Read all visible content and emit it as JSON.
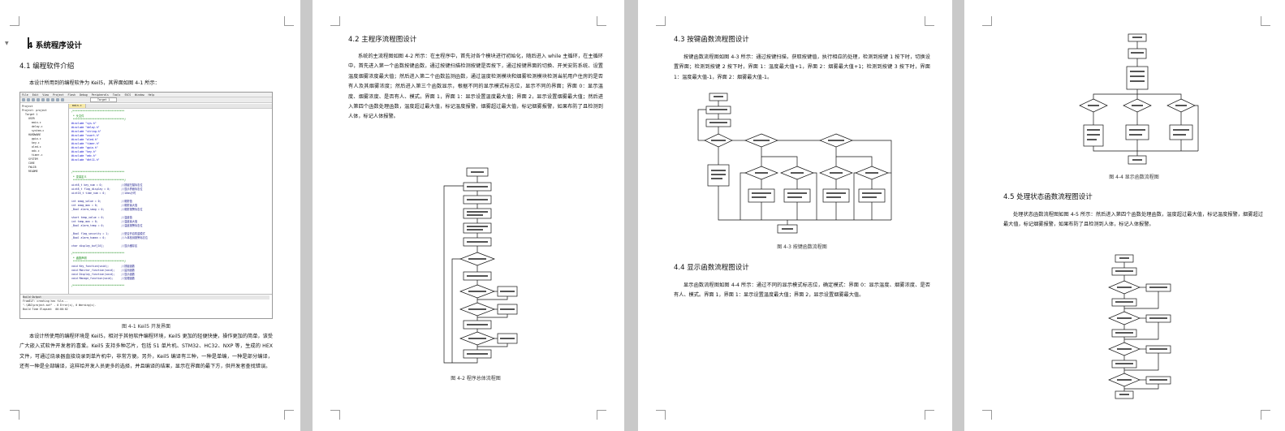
{
  "page1": {
    "heading": "4  系统程序设计",
    "sub1": "4.1  编程软件介绍",
    "intro": "本设计所用到的编程软件为 Keil5，其界面如图 4-1 所示：",
    "ide": {
      "menu": [
        "File",
        "Edit",
        "View",
        "Project",
        "Flash",
        "Debug",
        "Peripherals",
        "Tools",
        "SVCS",
        "Window",
        "Help"
      ],
      "target": "Target 1",
      "file_tab": "main.c",
      "project_tree": [
        "Project",
        "Project: project",
        "Target 1",
        "USER",
        "main.c",
        "delay.c",
        "system.c",
        "HARDWARE",
        "gpio.c",
        "key.c",
        "oled.c",
        "adc.c",
        "timer.c",
        "SYSTEM",
        "CORE",
        "FWLIB",
        "README"
      ],
      "code_lines": [
        "/*********************************",
        " * 头文件",
        " *********************************/",
        "#include \"sys.h\"",
        "#include \"delay.h\"",
        "#include \"string.h\"",
        "#include \"usart.h\"",
        "#include \"oled.h\"",
        "#include \"timer.h\"",
        "#include \"gpio.h\"",
        "#include \"key.h\"",
        "#include \"adc.h\"",
        "#include \"dht11.h\"",
        "",
        "",
        "/*********************************",
        " * 变量定义",
        " *********************************/",
        "uint8_t key_num = 0;            //按键扫描标志位",
        "uint8_t flag_display = 0;       //显示界面标志位",
        "uint16_t time_num = 0;          //10ms计时",
        "",
        "int smog_value = 0;             //烟雾值",
        "int smog_max = 0;               //烟雾最大值",
        "_Bool alarm_smog = 0;           //烟雾报警标志位",
        "",
        "short temp_value = 0;           //温度值",
        "int temp_max = 0;               //温度最大值",
        "_Bool alarm_temp = 0;           //温度报警标志位",
        "",
        "_Bool flag_security = 1;        //是否开启防盗模式",
        "_Bool alarm_human = 0;          //人体检测报警标志位",
        "",
        "char display_buf[16];           //显示缓存区",
        "",
        "/*********************************",
        " * 函数声明",
        " *********************************/",
        "void Key_function(void);        //按键函数",
        "void Monitor_function(void);    //监测函数",
        "void Display_function(void);    //显示函数",
        "void Manage_function(void);     //处理函数",
        "",
        "/*********************************"
      ],
      "build_title": "Build Output",
      "build_lines": [
        "FromELF: creating hex file...",
        "\".\\OBJ\\project.axf\" - 0 Error(s), 0 Warning(s).",
        "Build Time Elapsed:  00:00:02"
      ]
    },
    "fig_caption": "图 4-1 Keil5 开发界面",
    "body": "本设计所使用的编程环境是 Keil5，相对于其他软件编程环境，Keil5 更加的轻便快捷，操作更加的简单，该受广大嵌入式软件开发者的喜爱。Keil5 支持多种芯片，包括 51 单片机、STM32、HC32、NXP 等，生成的 HEX 文件，可通过烧录器直接烧录到单片机中，非常方便。另外，Keil5 编译有三种，一种是单编，一种是部分编译，还有一种是全部编译，这样给开发人员更多的选择，并且编译的结果，显示在界面的最下方，供开发者查找错误。"
  },
  "page2": {
    "heading": "4.2  主程序流程图设计",
    "body": "系统的主流程图如图 4-2 所示：在主程序中，首先对各个模块进行初始化，随后进入 while 主循环，在主循环中，首先进入第一个函数按键函数，通过按键扫描检测按键是否按下，通过按键界面的切换、开关安防系统、设置温度烟雾浓度最大值；然后进入第二个函数监测函数，通过温度检测模块和烟雾检测模块检测当前用户住房的是否有人及其烟雾浓度；然后进入第三个函数显示，根据不同的显示模式标志位，显示不同的界面；界面 0：显示温度、烟雾浓度、是否有人、模式。界面 1，界面 1：显示设置温度最大值；界面 2，显示设置烟雾最大值；然后进入第四个函数处理函数，温度超过最大值，标记温度报警，烟雾超过最大值，标记烟雾报警，如果布防了且检测到人体，标记人体报警。",
    "fig_caption": "图 4-2   程序总体流程图"
  },
  "page3": {
    "heading1": "4.3  按键函数流程图设计",
    "body1": "按键函数流程图如图 4-3 所示：通过按键扫描，获取按键值，执行相应的处理，检测到按键 1 按下时，切换设置界面；检测到按键 2 按下时，界面 1：温度最大值+1，界面 2：烟雾最大值+1；检测到按键 3 按下时，界面 1：温度最大值-1，界面 2：烟雾最大值-1。",
    "fig_caption": "图 4-3   按键函数流程图",
    "heading2": "4.4  显示函数流程图设计",
    "body2": "显示函数流程图如图 4-4 所示：通过不同的显示模式标志位，确定模式：界面 0：显示温度、烟雾浓度、是否有人、模式。界面 1，界面 1：显示设置温度最大值；界面 2，显示设置烟雾最大值。"
  },
  "page4": {
    "fig_caption": "图 4-4   显示函数流程图",
    "heading": "4.5  处理状态函数流程图设计",
    "body": "处理状态函数流程图如图 4-5 所示：然后进入第四个函数处理函数，温度超过最大值，标记温度报警，烟雾超过最大值，标记烟雾报警，如果布防了且检测到人体，标记人体报警。"
  }
}
